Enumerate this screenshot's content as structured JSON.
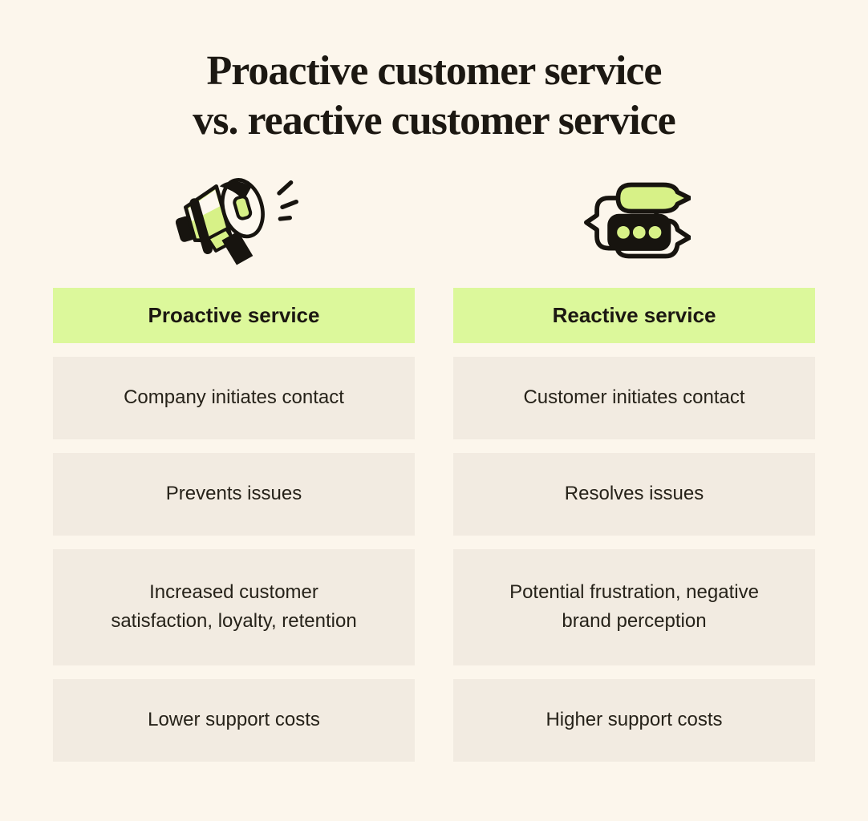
{
  "title": {
    "line1": "Proactive customer service",
    "line2": "vs. reactive customer service"
  },
  "columns": [
    {
      "id": "proactive",
      "icon": "megaphone",
      "header": "Proactive service",
      "rows": [
        "Company initiates contact",
        "Prevents issues",
        "Increased customer\nsatisfaction, loyalty, retention",
        "Lower support costs"
      ]
    },
    {
      "id": "reactive",
      "icon": "chat-bubbles",
      "header": "Reactive service",
      "rows": [
        "Customer initiates contact",
        "Resolves issues",
        "Potential frustration, negative\nbrand perception",
        "Higher support costs"
      ]
    }
  ],
  "colors": {
    "background": "#fcf6ec",
    "header_green": "#dcf89b",
    "cell_beige": "#f2ebe1",
    "title_text": "#1c1812",
    "body_text": "#262219",
    "icon_outline": "#17140f",
    "icon_green": "#d7f187"
  }
}
